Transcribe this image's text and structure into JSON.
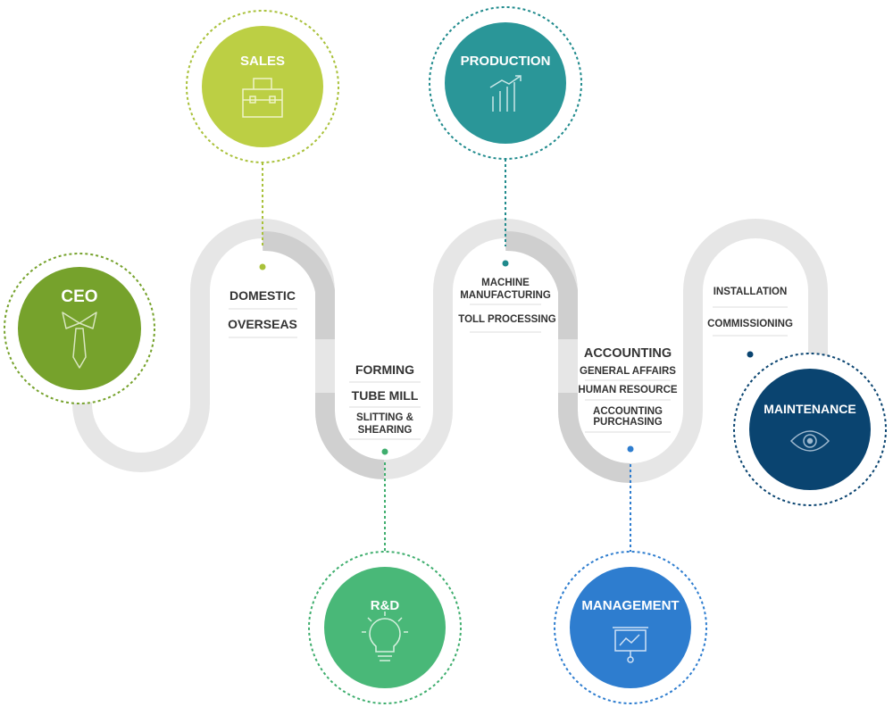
{
  "nodes": {
    "ceo": {
      "title": "CEO",
      "color": "#76a22c",
      "ring": "#76a22c",
      "icon": "tie-icon"
    },
    "sales": {
      "title": "SALES",
      "color": "#bccf44",
      "ring": "#a9c13a",
      "icon": "briefcase-icon"
    },
    "production": {
      "title": "PRODUCTION",
      "color": "#2a9698",
      "ring": "#1f8a8c",
      "icon": "chart-growth-icon"
    },
    "rnd": {
      "title": "R&D",
      "color": "#49b878",
      "ring": "#3fae6e",
      "icon": "lightbulb-icon"
    },
    "management": {
      "title": "MANAGEMENT",
      "color": "#2e7dcf",
      "ring": "#2e7dcf",
      "icon": "presentation-icon"
    },
    "maintenance": {
      "title": "MAINTENANCE",
      "color": "#0a4470",
      "ring": "#0a4470",
      "icon": "eye-icon"
    }
  },
  "sales_items": [
    "DOMESTIC",
    "OVERSEAS"
  ],
  "rnd_items": [
    "FORMING",
    "TUBE MILL",
    "SLITTING &",
    "SHEARING"
  ],
  "production_items": [
    "MACHINE",
    "MANUFACTURING",
    "TOLL PROCESSING"
  ],
  "management_items": [
    "ACCOUNTING",
    "GENERAL AFFAIRS",
    "HUMAN RESOURCE",
    "ACCOUNTING",
    "PURCHASING"
  ],
  "maintenance_items": [
    "INSTALLATION",
    "COMMISSIONING"
  ]
}
